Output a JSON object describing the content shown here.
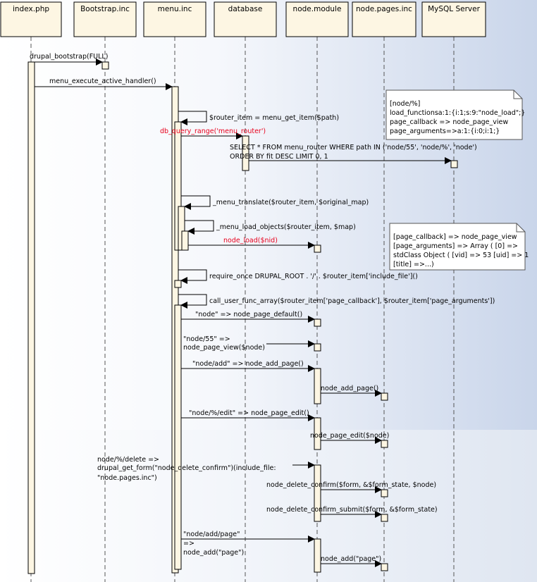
{
  "participants": [
    {
      "id": "index",
      "label": "index.php"
    },
    {
      "id": "bootstrap",
      "label": "Bootstrap.inc"
    },
    {
      "id": "menu",
      "label": "menu.inc"
    },
    {
      "id": "database",
      "label": "database"
    },
    {
      "id": "node_module",
      "label": "node.module"
    },
    {
      "id": "node_pages",
      "label": "node.pages.inc"
    },
    {
      "id": "mysql",
      "label": "MySQL Server"
    }
  ],
  "messages": [
    {
      "from": "index",
      "to": "bootstrap",
      "lines": [
        "drupal_bootstrap(FULL)"
      ]
    },
    {
      "from": "index",
      "to": "menu",
      "lines": [
        "menu_execute_active_handler()"
      ]
    },
    {
      "from": "menu",
      "to": "menu",
      "lines": [
        "$router_item = menu_get_item($path)"
      ]
    },
    {
      "from": "menu",
      "to": "database",
      "lines": [
        "db_query_range('menu_router')"
      ],
      "color": "red"
    },
    {
      "from": "database",
      "to": "mysql",
      "lines": [
        "SELECT * FROM menu_router WHERE path IN ('node/55', 'node/%', 'node')",
        "ORDER BY fit DESC LIMIT 0, 1"
      ]
    },
    {
      "from": "menu",
      "to": "menu",
      "lines": [
        "_menu_translate($router_item, $original_map)"
      ]
    },
    {
      "from": "menu",
      "to": "menu",
      "lines": [
        "_menu_load_objects($router_item, $map)"
      ]
    },
    {
      "from": "menu",
      "to": "node_module",
      "lines": [
        "node_load($nid)"
      ],
      "color": "red"
    },
    {
      "from": "menu",
      "to": "menu",
      "lines": [
        "require_once DRUPAL_ROOT . '/' . $router_item['include_file']()"
      ]
    },
    {
      "from": "menu",
      "to": "menu",
      "lines": [
        "call_user_func_array($router_item['page_callback'], $router_item['page_arguments'])"
      ]
    },
    {
      "from": "menu",
      "to": "node_module",
      "lines": [
        "\"node\" => node_page_default()"
      ]
    },
    {
      "from": "menu",
      "to": "node_module",
      "lines": [
        "\"node/55\" =>",
        "node_page_view($node)"
      ]
    },
    {
      "from": "menu",
      "to": "node_module",
      "lines": [
        "\"node/add\" => node_add_page()"
      ]
    },
    {
      "from": "node_module",
      "to": "node_pages",
      "lines": [
        "node_add_page()"
      ]
    },
    {
      "from": "menu",
      "to": "node_module",
      "lines": [
        "\"node/%/edit\" => node_page_edit()"
      ]
    },
    {
      "from": "node_module",
      "to": "node_pages",
      "lines": [
        "node_page_edit($node)"
      ]
    },
    {
      "from": "menu",
      "to": "node_module",
      "lines": [
        "node/%/delete =>",
        "drupal_get_form(\"node_delete_confirm\")(include_file:",
        "\"node.pages.inc\")"
      ]
    },
    {
      "from": "node_module",
      "to": "node_pages",
      "lines": [
        "node_delete_confirm($form, &$form_state, $node)"
      ]
    },
    {
      "from": "node_module",
      "to": "node_pages",
      "lines": [
        "node_delete_confirm_submit($form, &$form_state)"
      ]
    },
    {
      "from": "menu",
      "to": "node_module",
      "lines": [
        "\"node/add/page\"",
        "=>",
        "node_add(\"page\")"
      ]
    },
    {
      "from": "node_module",
      "to": "node_pages",
      "lines": [
        "node_add(\"page\")"
      ]
    }
  ],
  "notes": [
    {
      "lines": [
        "[node/%]",
        "load_functionsa:1:{i:1;s:9:\"node_load\";}",
        "page_callback => node_page_view",
        "page_arguments=>a:1:{i:0;i:1;}"
      ]
    },
    {
      "lines": [
        "[page_callback] => node_page_view",
        "[page_arguments] => Array ( [0] =>",
        "stdClass Object ( [vid] => 53 [uid] => 1",
        "[title] =>...)"
      ]
    }
  ],
  "colors": {
    "header_fill": "#fdf6e3",
    "activation_fill": "#fdf6e3",
    "red_text": "#e8001c",
    "note_fill": "#ffffff"
  }
}
